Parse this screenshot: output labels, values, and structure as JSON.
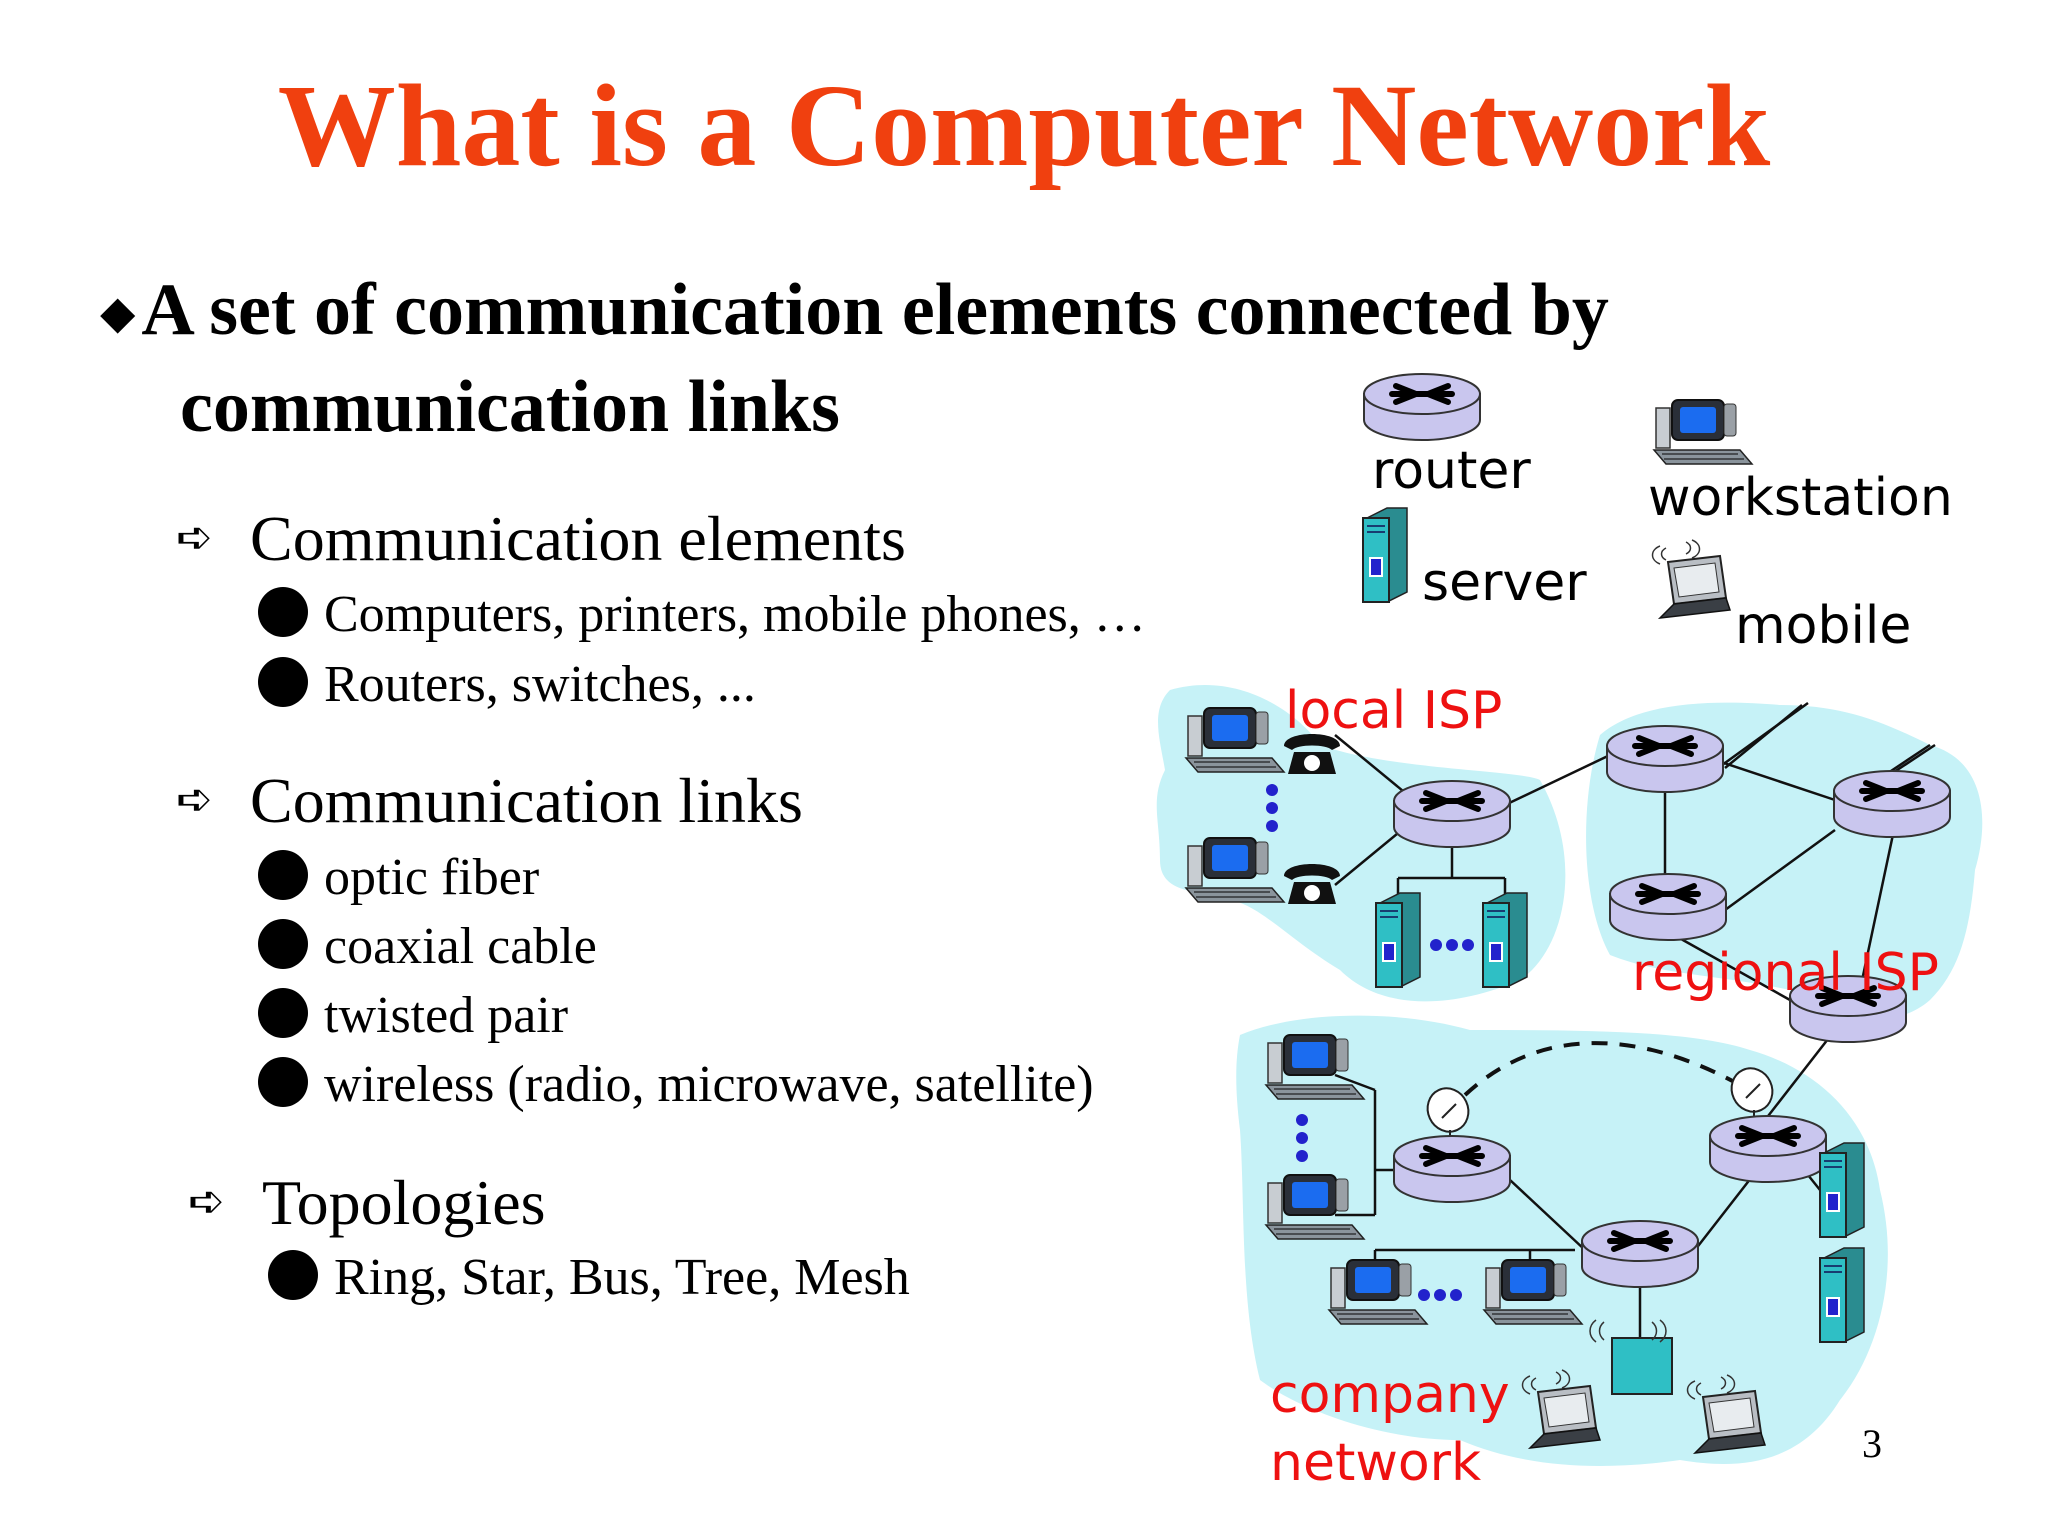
{
  "title": "What is a Computer Network",
  "main_bullet": {
    "symbol": "◆",
    "line1": "A set of communication elements connected by",
    "line2": "communication links"
  },
  "sections": [
    {
      "heading": "Communication elements",
      "items": [
        "Computers, printers, mobile phones, …",
        "Routers, switches, ..."
      ]
    },
    {
      "heading": "Communication links",
      "items": [
        "optic fiber",
        "coaxial cable",
        "twisted pair",
        "wireless (radio, microwave, satellite)"
      ]
    },
    {
      "heading": "Topologies",
      "items": [
        "Ring, Star, Bus, Tree, Mesh"
      ]
    }
  ],
  "arrow_symbol": "➪",
  "legend": {
    "router": "router",
    "workstation": "workstation",
    "server": "server",
    "mobile": "mobile"
  },
  "regions": {
    "local_isp": "local ISP",
    "regional_isp": "regional ISP",
    "company_line1": "company",
    "company_line2": "network"
  },
  "page_number": "3",
  "colors": {
    "title": "#f0400f",
    "region_label": "#ee1111",
    "region_fill": "#c6f2f7",
    "router_fill": "#c9c6ee",
    "server_fill": "#2fbfc5",
    "ellipsis_dots": "#2222cc"
  },
  "icons": {
    "main_bullet": "diamond-bullet-icon",
    "sub_bullet": "arrow-bullet-icon",
    "item_bullet": "dot-bullet-icon",
    "router": "router-icon",
    "workstation": "workstation-icon",
    "server": "server-icon",
    "mobile": "mobile-laptop-icon",
    "phone": "telephone-icon",
    "satellite": "satellite-dish-icon",
    "access_point": "wireless-base-station-icon"
  }
}
